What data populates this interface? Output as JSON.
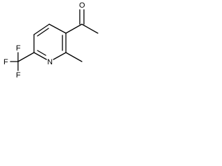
{
  "molecule": {
    "atom_labels": {
      "oxygen": "O",
      "nitrogen": "N",
      "fluorine_top": "F",
      "fluorine_left": "F",
      "fluorine_bottom": "F"
    }
  }
}
